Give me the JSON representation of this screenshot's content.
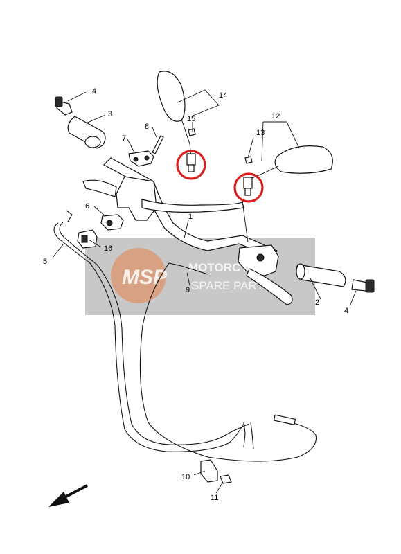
{
  "watermark": {
    "brand": "MSP",
    "line1": "MOTORCYCLE",
    "line2": "SPARE PARTS"
  },
  "callouts": [
    {
      "id": "c1",
      "label": "1"
    },
    {
      "id": "c2",
      "label": "2"
    },
    {
      "id": "c3",
      "label": "3"
    },
    {
      "id": "c4a",
      "label": "4"
    },
    {
      "id": "c4b",
      "label": "4"
    },
    {
      "id": "c5",
      "label": "5"
    },
    {
      "id": "c6",
      "label": "6"
    },
    {
      "id": "c7",
      "label": "7"
    },
    {
      "id": "c8",
      "label": "8"
    },
    {
      "id": "c9",
      "label": "9"
    },
    {
      "id": "c10",
      "label": "10"
    },
    {
      "id": "c11",
      "label": "11"
    },
    {
      "id": "c12",
      "label": "12"
    },
    {
      "id": "c13",
      "label": "13"
    },
    {
      "id": "c14",
      "label": "14"
    },
    {
      "id": "c15",
      "label": "15"
    },
    {
      "id": "c16",
      "label": "16"
    }
  ],
  "colors": {
    "highlight": "#d62020",
    "ink": "#111111",
    "watermark_accent": "#e8824a"
  }
}
